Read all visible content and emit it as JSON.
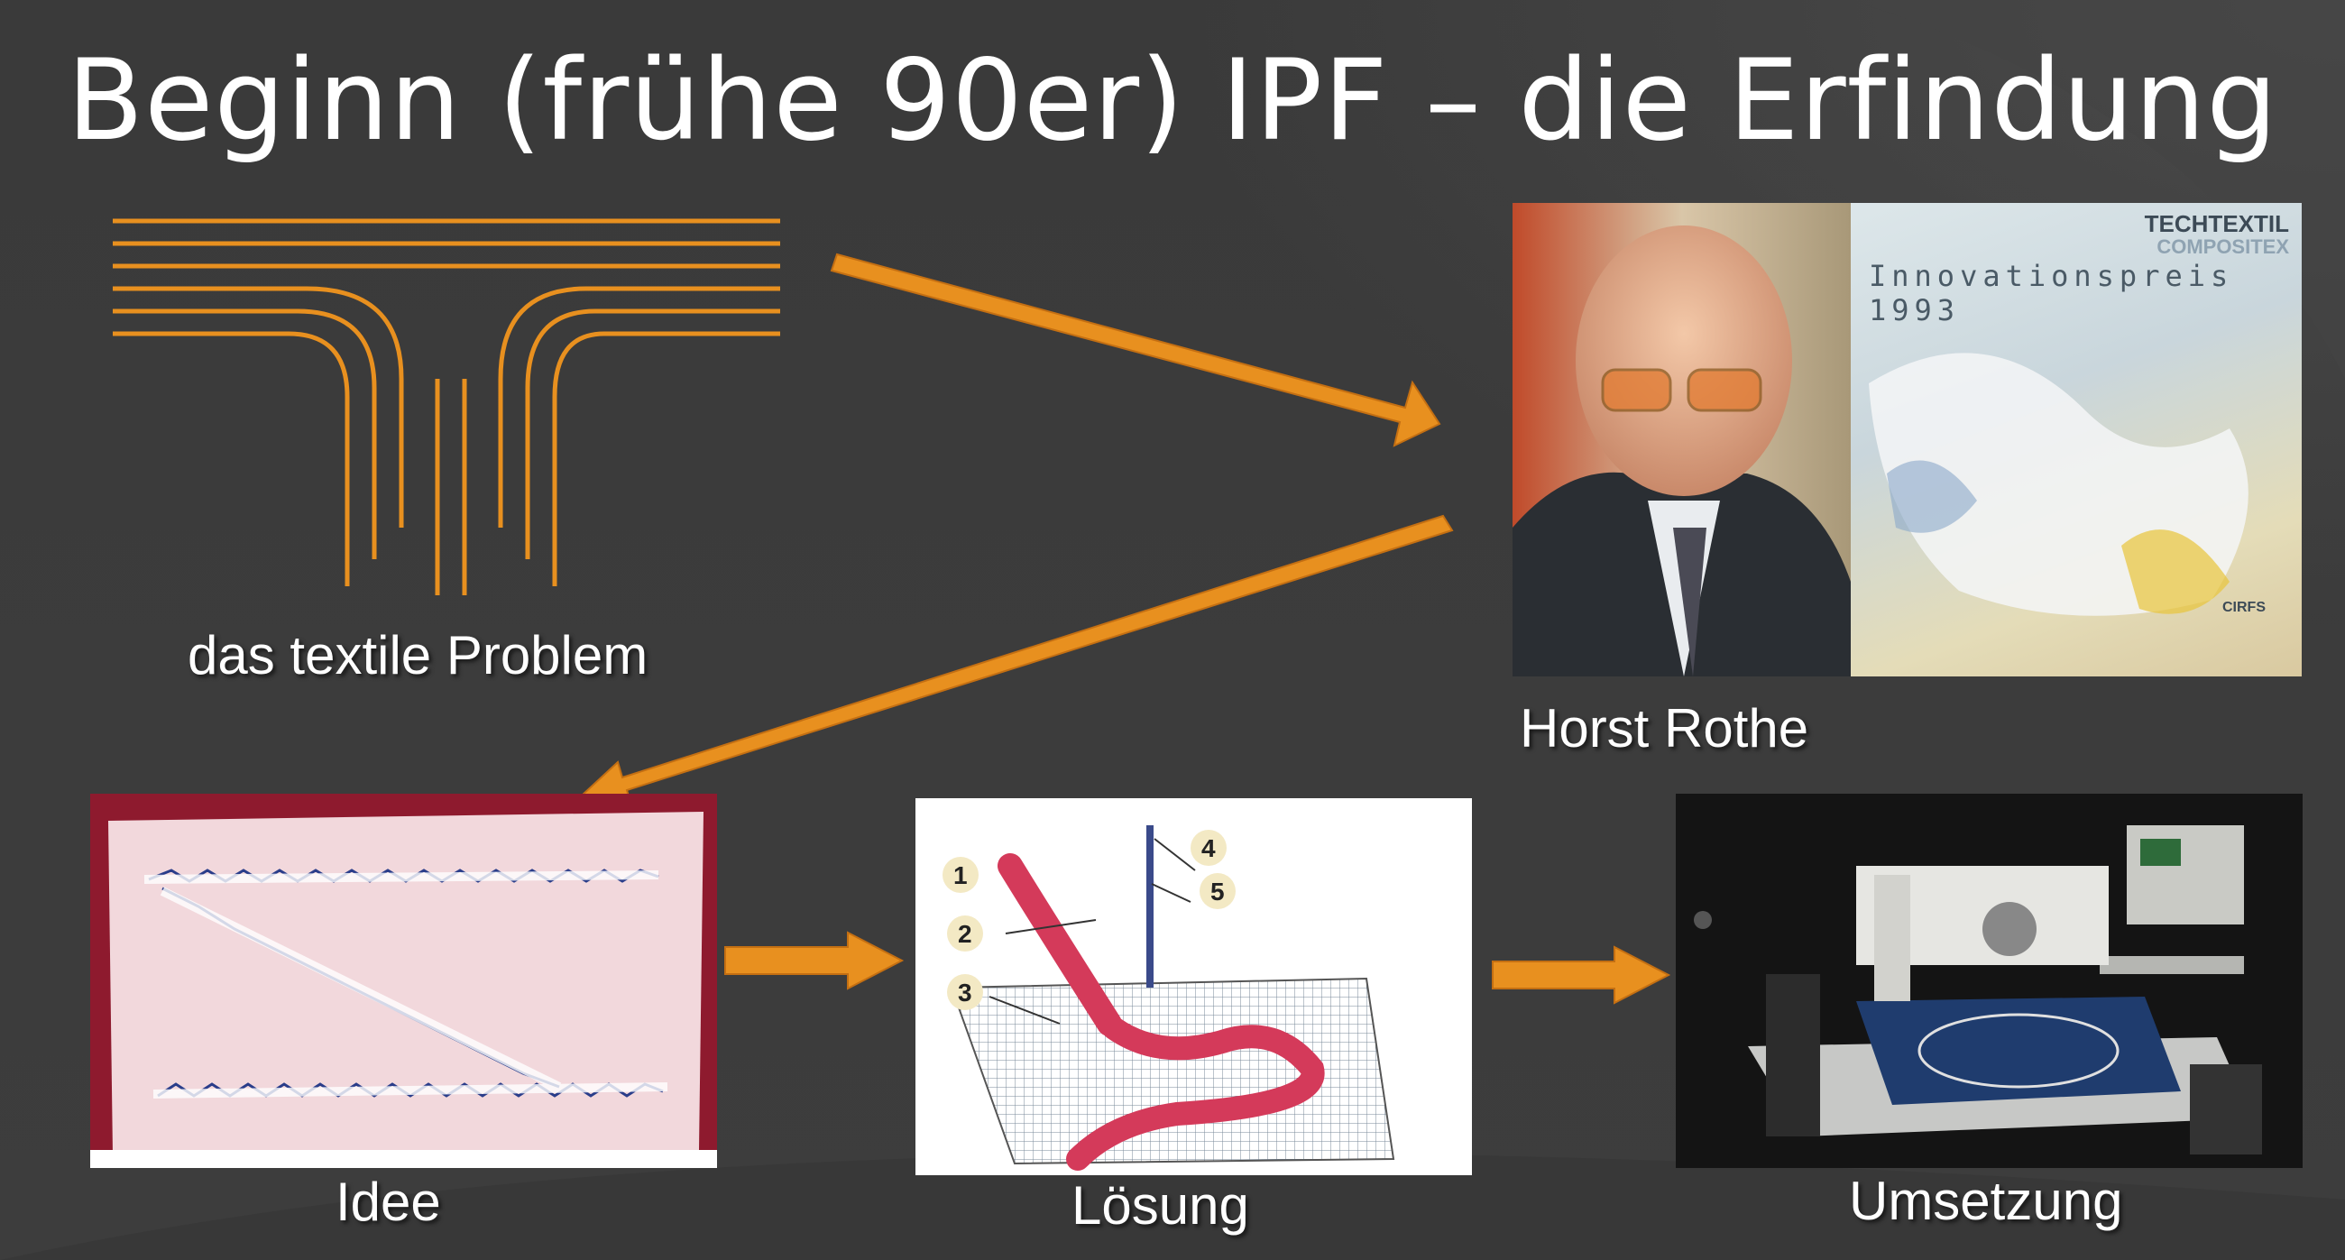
{
  "title": "Beginn (frühe 90er) IPF – die Erfindung",
  "captions": {
    "problem": "das textile Problem",
    "person": "Horst Rothe",
    "idee": "Idee",
    "loesung": "Lösung",
    "umsetzung": "Umsetzung"
  },
  "certificate": {
    "brand_top": "TECHTEXTIL",
    "brand_bottom": "COMPOSITEX",
    "award": "Innovationspreis 1993",
    "org": "CIRFS"
  },
  "diagram_labels": [
    "1",
    "2",
    "3",
    "4",
    "5"
  ],
  "colors": {
    "background": "#3b3b3b",
    "accent_orange": "#e8901f",
    "text": "#ffffff"
  }
}
